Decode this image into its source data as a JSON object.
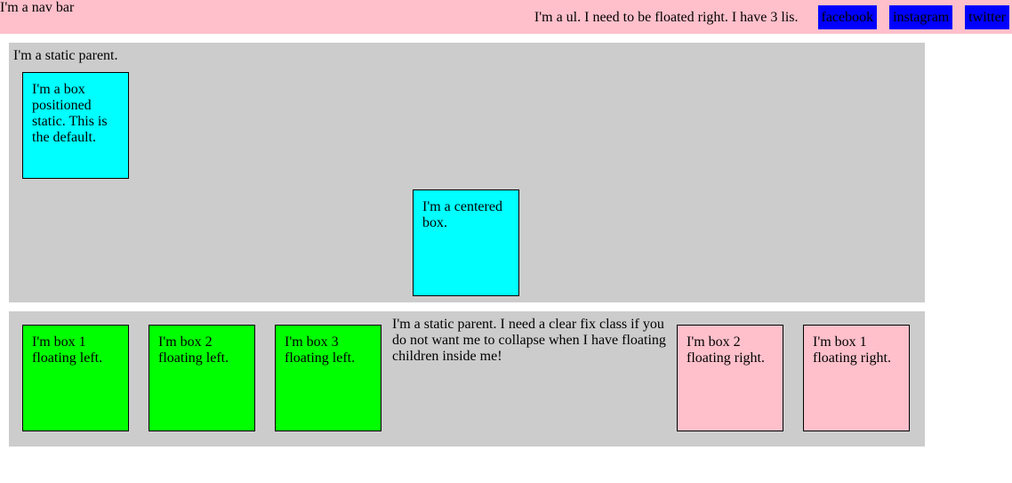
{
  "nav": {
    "title": "I'm a nav bar",
    "ul_text": "I'm a ul. I need to be floated right. I have 3 lis.",
    "items": [
      {
        "label": "facebook"
      },
      {
        "label": "instagram"
      },
      {
        "label": "twitter"
      }
    ]
  },
  "static_parent": {
    "label": "I'm a static parent.",
    "static_box": "I'm a box positioned static. This is the default.",
    "centered_box": "I'm a centered box."
  },
  "float_parent": {
    "label": "I'm a static parent. I need a clear fix class if you do not want me to collapse when I have floating children inside me!",
    "left_boxes": [
      {
        "text": "I'm box 1 floating left."
      },
      {
        "text": "I'm box 2 floating left."
      },
      {
        "text": "I'm box 3 floating left."
      }
    ],
    "right_boxes": [
      {
        "text": "I'm box 2 floating right."
      },
      {
        "text": "I'm box 1 floating right."
      }
    ]
  },
  "colors": {
    "nav_bg": "#ffc0cb",
    "nav_item_bg": "#0000ff",
    "parent_bg": "#cccccc",
    "static_box_bg": "#00ffff",
    "float_left_bg": "#00ff00",
    "float_right_bg": "#ffc0cb"
  }
}
